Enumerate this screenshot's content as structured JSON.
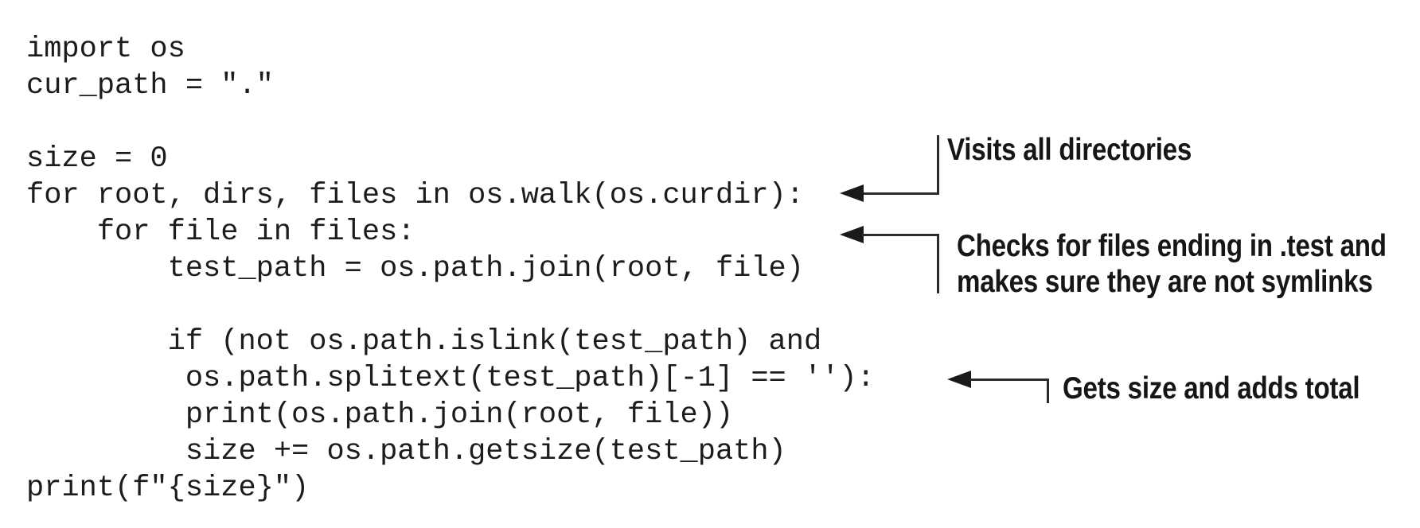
{
  "code": {
    "lines": [
      "import os",
      "cur_path = \".\"",
      "",
      "size = 0",
      "for root, dirs, files in os.walk(os.curdir):",
      "    for file in files:",
      "        test_path = os.path.join(root, file)",
      "",
      "        if (not os.path.islink(test_path) and",
      "         os.path.splitext(test_path)[-1] == ''):",
      "         print(os.path.join(root, file))",
      "         size += os.path.getsize(test_path)",
      "print(f\"{size}\")"
    ]
  },
  "annotations": [
    {
      "lines": [
        "Visits all directories"
      ]
    },
    {
      "lines": [
        "Checks for files ending in .test and",
        "makes sure they are not symlinks"
      ]
    },
    {
      "lines": [
        "Gets size and adds total"
      ]
    }
  ],
  "colors": {
    "background": "#ffffff",
    "code_text": "#1c1c1c",
    "annotation_text": "#161616",
    "connector": "#2b2b2b"
  }
}
